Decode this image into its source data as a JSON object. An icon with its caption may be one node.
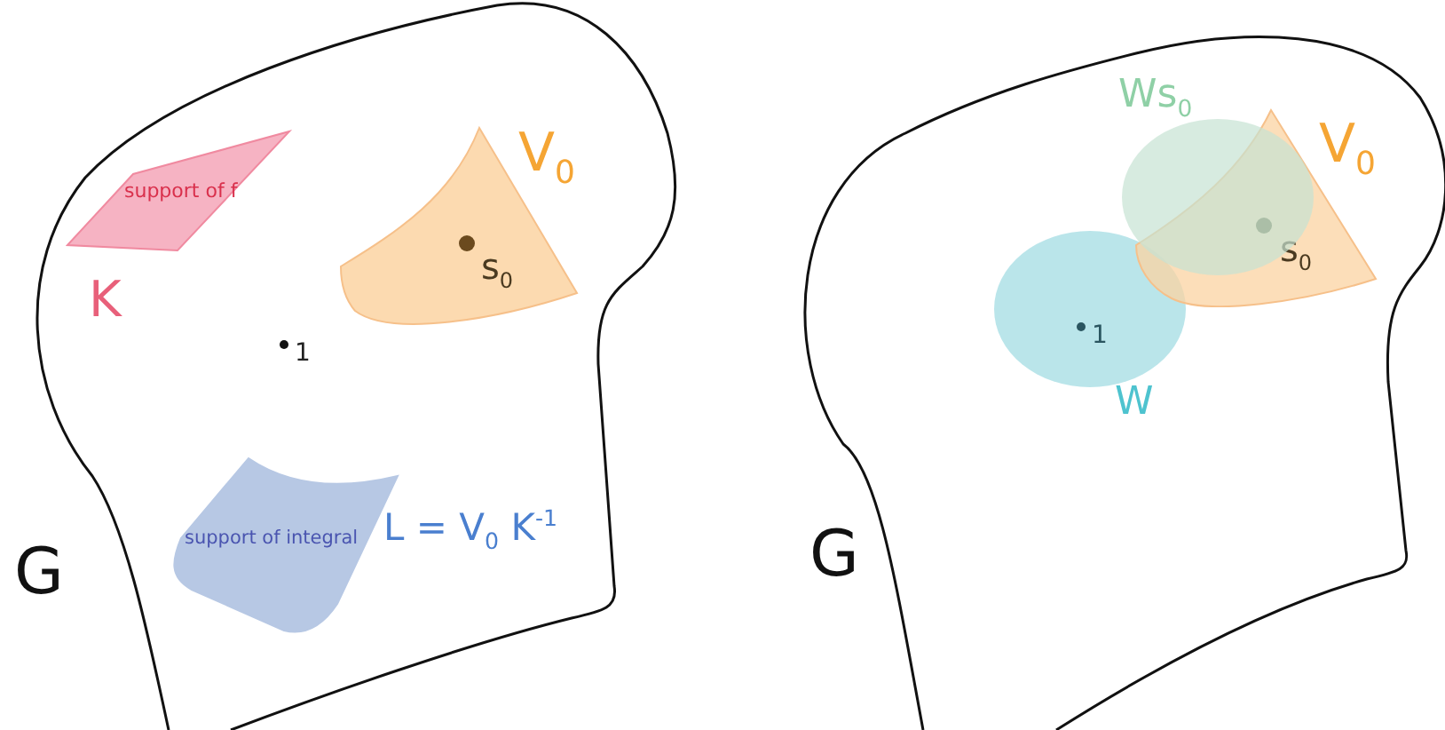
{
  "diagram": {
    "nodes": [
      {
        "text": [
          "G"
        ]
      },
      {
        "text": [
          "support of f",
          "K"
        ],
        "in": 0
      },
      {
        "text": [
          "V$_{0}$",
          "s$_{0}$"
        ],
        "in": 0
      },
      {
        "text": [
          "support of integral",
          "L = V$_{0}$ K$^{-1}$"
        ],
        "in": 0
      },
      {
        "text": [
          "G"
        ]
      },
      {
        "text": [
          "1",
          "W"
        ],
        "in": 4
      },
      {
        "text": [
          "V$_{0}$",
          "s$_{0}$"
        ],
        "in": 4
      },
      {
        "text": [
          "Ws$_{0}$"
        ],
        "in": 4
      }
    ],
    "edges": [],
    "labels": [
      "1"
    ]
  }
}
